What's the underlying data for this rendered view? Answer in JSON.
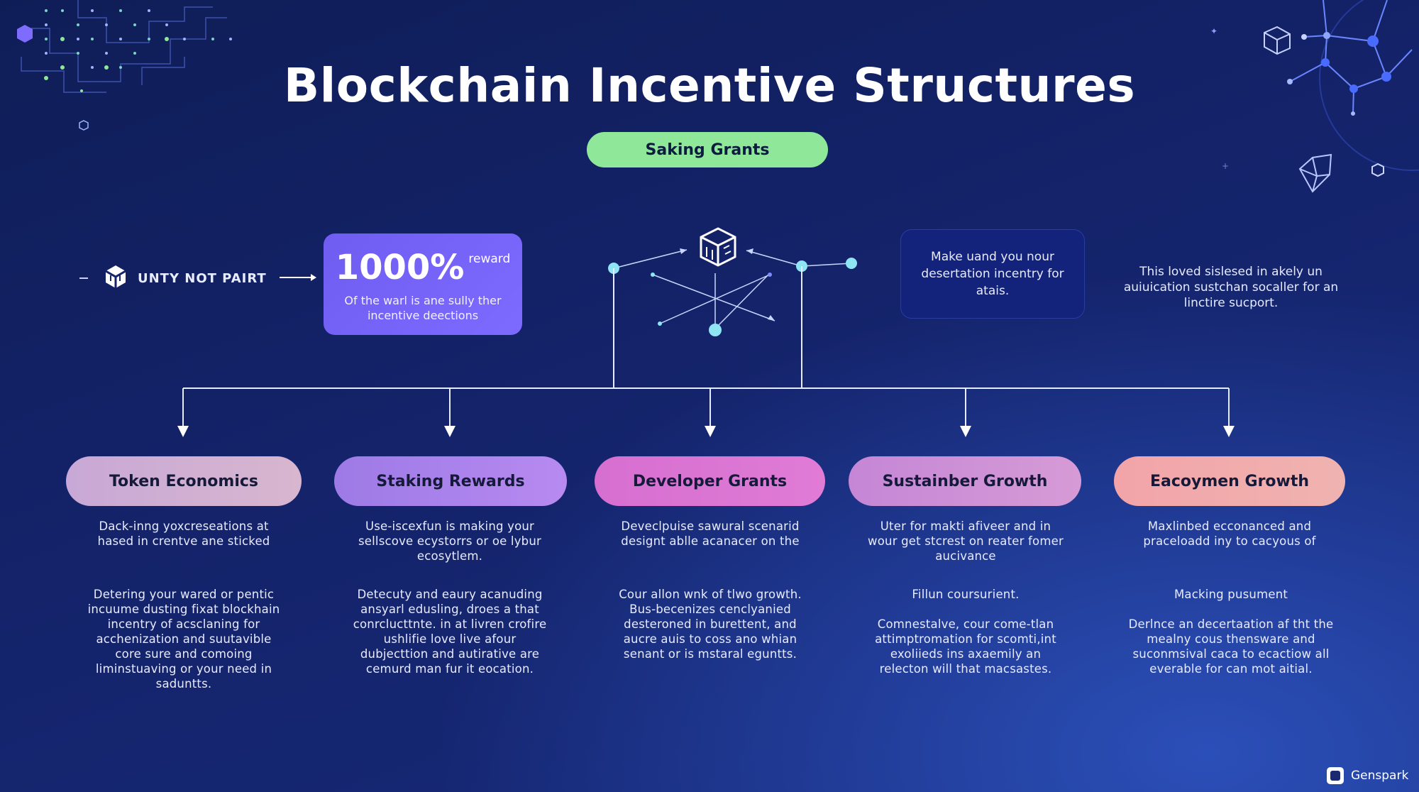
{
  "title": "Blockchain Incentive Structures",
  "subtitle": "Saking Grants",
  "left_tag": {
    "label": "UNTY NOT PAIRT",
    "icon": "cube-icon"
  },
  "reward_card": {
    "value": "1000%",
    "superscript": "reward",
    "description": "Of the warl is ane sully ther incentive deections"
  },
  "center_icon": "cube-network-icon",
  "right_box": {
    "text": "Make uand you nour desertation incentry for atais."
  },
  "right_text": "This loved sislesed in akely un auiuication sustchan socaller for an linctire sucport.",
  "columns": [
    {
      "title": "Token Economics",
      "color_from": "#c8a8d6",
      "color_to": "#d8b6cf",
      "text1": "Dack-inng yoxcreseations at\nhased in crentve ane sticked",
      "text2": "Detering your wared or pentic incuume dusting fixat blockhain incentry of acsclaning for acchenization and suutavible core sure and comoing liminstuaving or your need in saduntts."
    },
    {
      "title": "Staking Rewards",
      "color_from": "#9d7ae6",
      "color_to": "#b78af0",
      "text1": "Use-iscexfun is making your\nsellscove ecystorrs or oe lybur\necosytlem.",
      "text2": "Detecuty and eaury acanuding ansyarl edusling, droes a that conrclucttnte. in at livren crofire ushlifie love live afour dubjecttion and autirative are cemurd man fur it eocation."
    },
    {
      "title": "Developer Grants",
      "color_from": "#d66fd0",
      "color_to": "#e07bd6",
      "text1": "Deveclpuise sawural scenarid\ndesignt ablle acanacer on the",
      "text2": "Cour allon wnk of tlwo growth. Bus-becenizes cenclyanied desteroned in burettent, and aucre auis to coss ano whian senant or is mstaral eguntts."
    },
    {
      "title": "Sustainber Growth",
      "color_from": "#c586d6",
      "color_to": "#d69bd6",
      "text1": "Uter for makti afiveer and in\nwour get stcrest on reater fomer\naucivance",
      "text2": "Fillun coursurient.\n\nComnestalve, cour come-tlan attimptromation for scomti,int exoliieds ins axaemily an relecton will that macsastes."
    },
    {
      "title": "Eacoymen Growth",
      "color_from": "#f2a4a8",
      "color_to": "#f0b3b0",
      "text1": "Maxlinbed ecconanced and\npraceloadd iny to cacyous of",
      "text2": "Macking pusument\n\nDerlnce an decertaation af tht the mealny cous thensware and suconmsival caca to ecactiow all everable for can mot aitial."
    }
  ],
  "brand": "Genspark",
  "colors": {
    "background": "#14236a",
    "accent_green": "#8fe89a",
    "accent_purple": "#7d6bff",
    "node_cyan": "#8ee6f5"
  }
}
